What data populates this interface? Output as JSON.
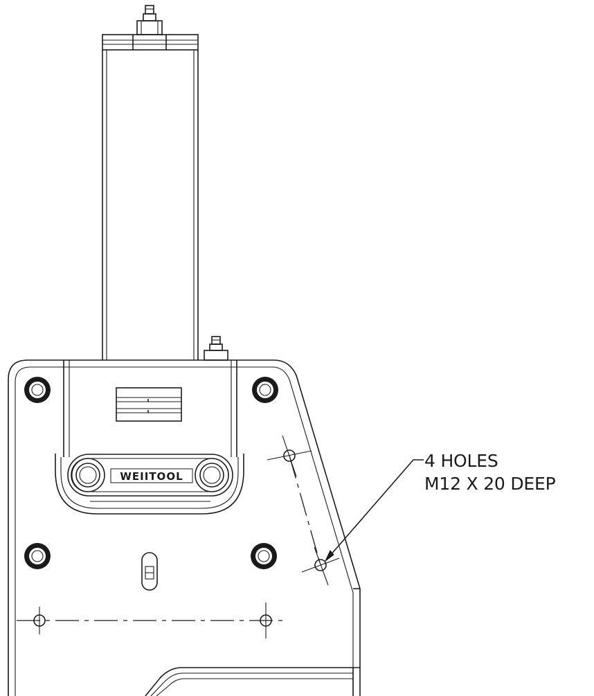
{
  "callout": {
    "line1": "4 HOLES",
    "line2": "M12 X 20 DEEP"
  },
  "logo": {
    "text": "WEIITOOL"
  },
  "colors": {
    "ink": "#1a1a1a",
    "background": "#ffffff"
  }
}
